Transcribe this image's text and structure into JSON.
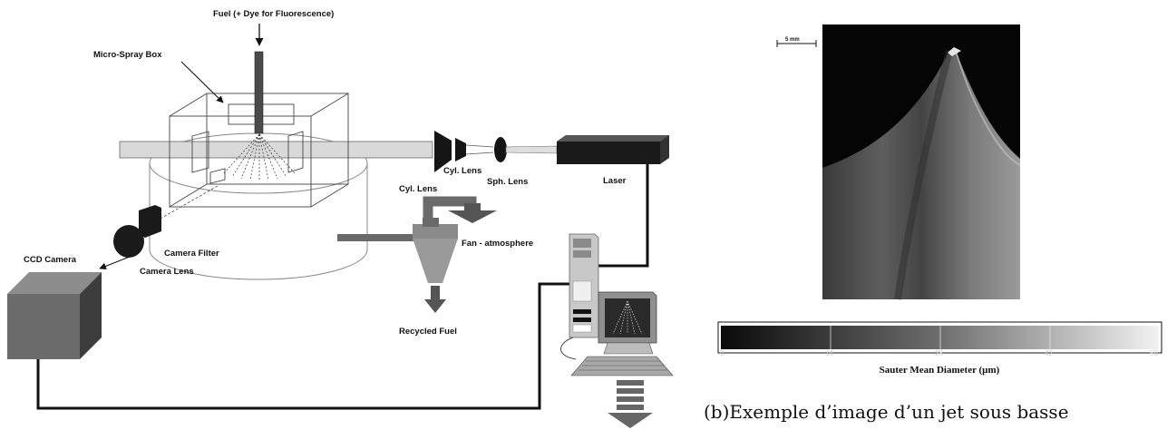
{
  "figure_a": {
    "labels": {
      "fuel": "Fuel (+ Dye for Fluorescence)",
      "micro_spray_box": "Micro-Spray Box",
      "cyl_lens_1": "Cyl. Lens",
      "cyl_lens_2": "Cyl. Lens",
      "sph_lens": "Sph. Lens",
      "laser": "Laser",
      "camera_filter": "Camera Filter",
      "ccd_camera": "CCD Camera",
      "camera_lens": "Camera Lens",
      "fan": "Fan - atmosphere",
      "recycled_fuel": "Recycled Fuel"
    }
  },
  "figure_b": {
    "scale_bar_label": "5 mm",
    "colorbar": {
      "title": "Sauter Mean Diameter (µm)",
      "ticks": [
        "0",
        "14",
        "28",
        "42",
        "56"
      ]
    },
    "caption": "(b)Exemple d’image d’un jet sous basse"
  }
}
